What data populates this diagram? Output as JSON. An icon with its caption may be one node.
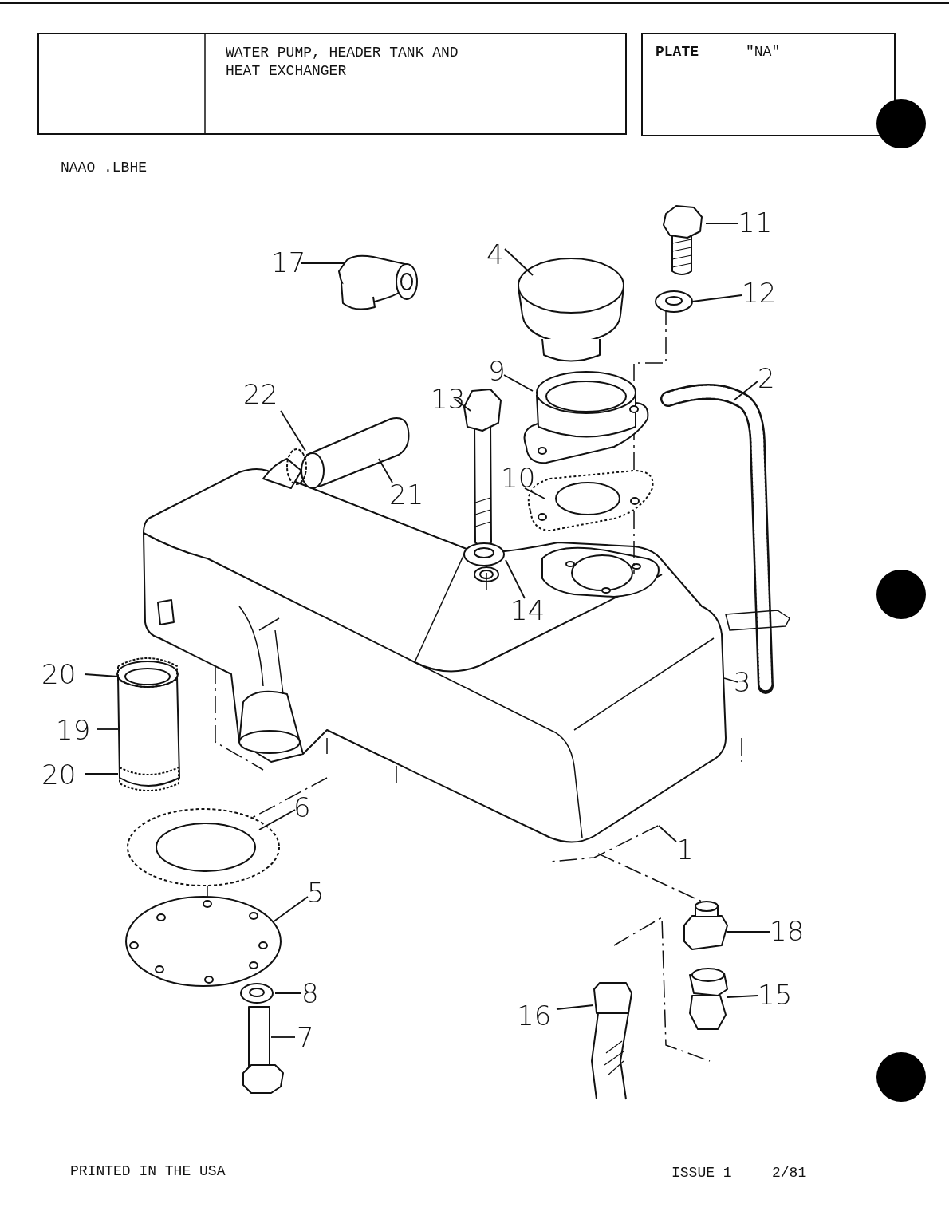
{
  "diagram": {
    "title": "WATER PUMP, HEADER TANK AND HEAT EXCHANGER",
    "nodes": [
      {
        "text": [
          "11"
        ]
      },
      {
        "text": [
          "4"
        ]
      },
      {
        "text": [
          "12"
        ]
      },
      {
        "text": [
          "17"
        ]
      },
      {
        "text": [
          "2"
        ]
      },
      {
        "text": [
          "9"
        ]
      },
      {
        "text": [
          "13"
        ]
      },
      {
        "text": [
          "22"
        ]
      },
      {
        "text": [
          "21"
        ]
      },
      {
        "text": [
          "10"
        ]
      },
      {
        "text": [
          "14"
        ]
      },
      {
        "text": [
          "20"
        ]
      },
      {
        "text": [
          "3"
        ]
      },
      {
        "text": [
          "19"
        ]
      },
      {
        "text": [
          "20"
        ]
      },
      {
        "text": [
          "6"
        ]
      },
      {
        "text": [
          "1"
        ]
      },
      {
        "text": [
          "5"
        ]
      },
      {
        "text": [
          "18"
        ]
      },
      {
        "text": [
          "8"
        ]
      },
      {
        "text": [
          "15"
        ]
      },
      {
        "text": [
          "16"
        ]
      },
      {
        "text": [
          "7"
        ]
      }
    ],
    "edges": [
      {
        "from": 0,
        "to": null,
        "arrow": "none"
      },
      {
        "from": 1,
        "to": null,
        "arrow": "none"
      },
      {
        "from": 2,
        "to": null,
        "arrow": "none"
      },
      {
        "from": 3,
        "to": null,
        "arrow": "none"
      },
      {
        "from": 4,
        "to": null,
        "arrow": "none"
      },
      {
        "from": 5,
        "to": null,
        "arrow": "none"
      },
      {
        "from": 6,
        "to": null,
        "arrow": "none"
      },
      {
        "from": 7,
        "to": null,
        "arrow": "none"
      },
      {
        "from": 8,
        "to": null,
        "arrow": "none"
      },
      {
        "from": 9,
        "to": null,
        "arrow": "none"
      },
      {
        "from": 10,
        "to": null,
        "arrow": "none"
      },
      {
        "from": 11,
        "to": null,
        "arrow": "none"
      },
      {
        "from": 12,
        "to": null,
        "arrow": "none"
      },
      {
        "from": 13,
        "to": null,
        "arrow": "none"
      },
      {
        "from": 14,
        "to": null,
        "arrow": "none"
      },
      {
        "from": 15,
        "to": null,
        "arrow": "none"
      },
      {
        "from": 16,
        "to": null,
        "arrow": "none"
      },
      {
        "from": 17,
        "to": null,
        "arrow": "none"
      },
      {
        "from": 18,
        "to": null,
        "arrow": "none"
      },
      {
        "from": 19,
        "to": null,
        "arrow": "none"
      },
      {
        "from": 20,
        "to": null,
        "arrow": "none"
      },
      {
        "from": 21,
        "to": null,
        "arrow": "none"
      },
      {
        "from": 22,
        "to": null,
        "arrow": "none"
      }
    ],
    "labels": [
      "PLATE",
      "\"NA\"",
      "NAAO .LBHE",
      "PRINTED IN THE USA",
      "ISSUE 1",
      "2/81"
    ]
  }
}
